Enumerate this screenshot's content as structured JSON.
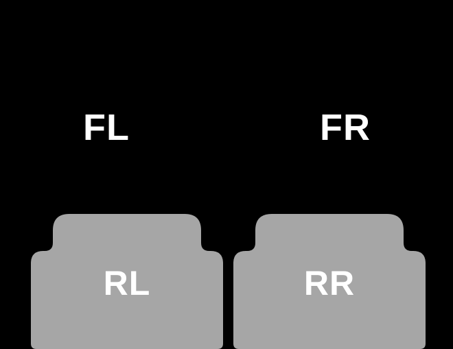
{
  "scene": {
    "description": "car-floor-mat-position-diagram",
    "background_color": "#000000",
    "mat_color": "#a6a6a6",
    "label_color": "#ffffff"
  },
  "positions": {
    "front_left": {
      "label": "FL"
    },
    "front_right": {
      "label": "FR"
    },
    "rear_left": {
      "label": "RL"
    },
    "rear_right": {
      "label": "RR"
    }
  }
}
